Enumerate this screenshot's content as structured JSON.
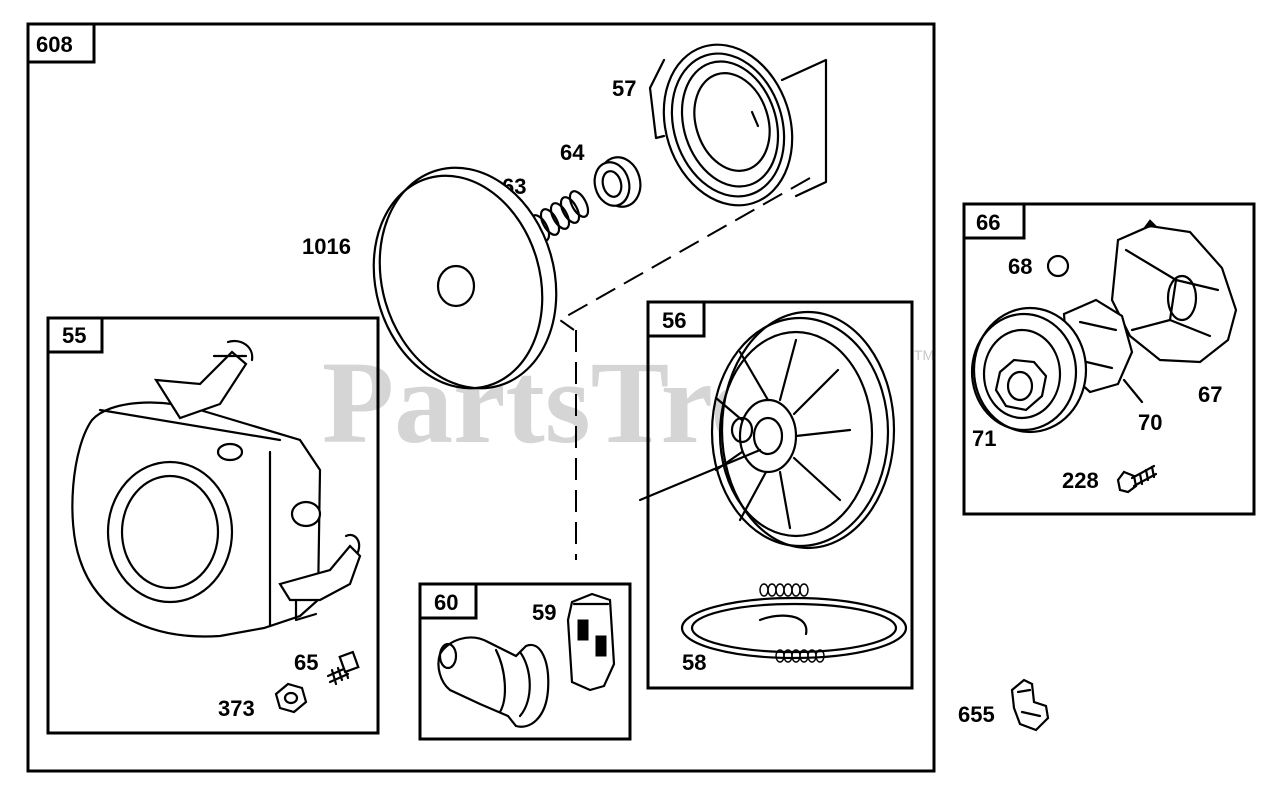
{
  "watermark": {
    "text": "PartsTree",
    "trademark": "TM"
  },
  "groups": {
    "main": {
      "tag": "608"
    },
    "housing": {
      "tag": "55"
    },
    "pulley": {
      "tag": "56"
    },
    "handle": {
      "tag": "60"
    },
    "clutch": {
      "tag": "66"
    }
  },
  "callouts": {
    "p57": "57",
    "p64": "64",
    "p63": "63",
    "p1016": "1016",
    "p65": "65",
    "p373": "373",
    "p59": "59",
    "p58": "58",
    "p68": "68",
    "p67": "67",
    "p70": "70",
    "p71": "71",
    "p228": "228",
    "p655": "655"
  }
}
